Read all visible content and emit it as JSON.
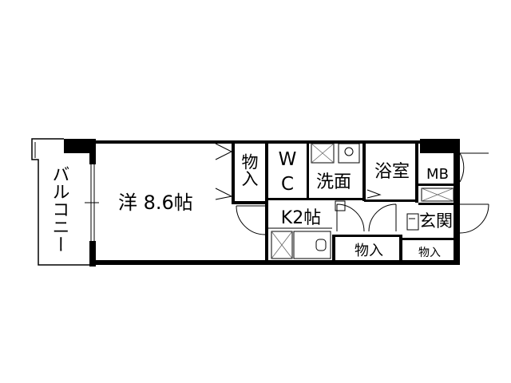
{
  "rooms": {
    "balcony": "バルコニー",
    "western_room": "洋 8.6帖",
    "storage_1": "物入",
    "wc_w": "W",
    "wc_c": "C",
    "washroom": "洗面",
    "bathroom": "浴室",
    "mb": "MB",
    "kitchen": "K2帖",
    "storage_2": "物入",
    "entrance": "玄関",
    "storage_3": "物入"
  },
  "colors": {
    "ink": "#000000",
    "background": "#ffffff"
  }
}
